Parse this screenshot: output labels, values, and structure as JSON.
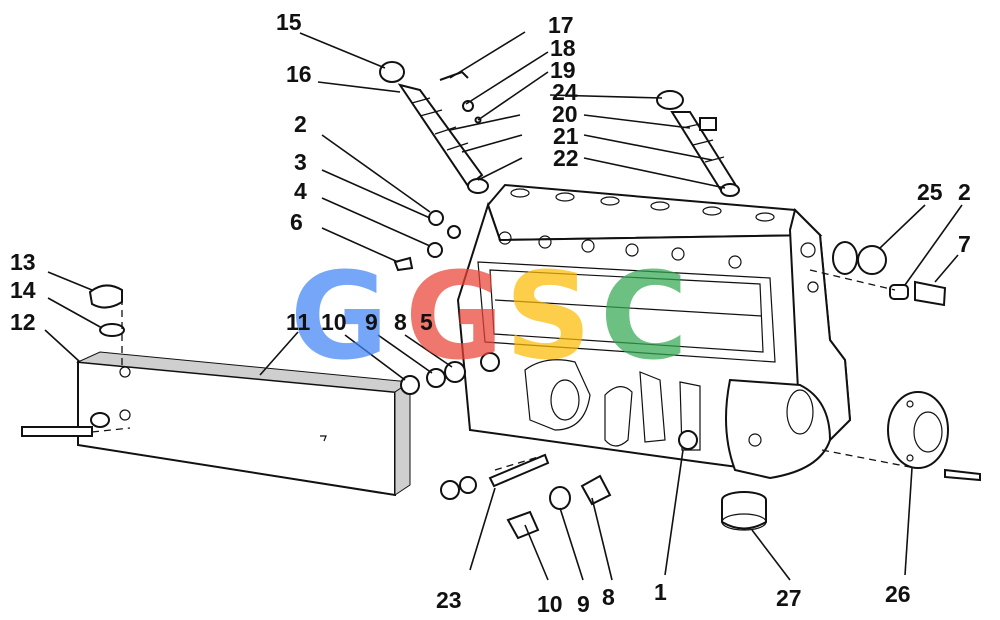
{
  "diagram": {
    "labels": [
      {
        "id": "lbl-15",
        "text": "15"
      },
      {
        "id": "lbl-16",
        "text": "16"
      },
      {
        "id": "lbl-17",
        "text": "17"
      },
      {
        "id": "lbl-18",
        "text": "18"
      },
      {
        "id": "lbl-19",
        "text": "19"
      },
      {
        "id": "lbl-24",
        "text": "24"
      },
      {
        "id": "lbl-20",
        "text": "20"
      },
      {
        "id": "lbl-21",
        "text": "21"
      },
      {
        "id": "lbl-22",
        "text": "22"
      },
      {
        "id": "lbl-2a",
        "text": "2"
      },
      {
        "id": "lbl-3",
        "text": "3"
      },
      {
        "id": "lbl-4",
        "text": "4"
      },
      {
        "id": "lbl-6",
        "text": "6"
      },
      {
        "id": "lbl-25",
        "text": "25"
      },
      {
        "id": "lbl-2b",
        "text": "2"
      },
      {
        "id": "lbl-7",
        "text": "7"
      },
      {
        "id": "lbl-13",
        "text": "13"
      },
      {
        "id": "lbl-14",
        "text": "14"
      },
      {
        "id": "lbl-12",
        "text": "12"
      },
      {
        "id": "lbl-11",
        "text": "11"
      },
      {
        "id": "lbl-10a",
        "text": "10"
      },
      {
        "id": "lbl-9a",
        "text": "9"
      },
      {
        "id": "lbl-8a",
        "text": "8"
      },
      {
        "id": "lbl-5",
        "text": "5"
      },
      {
        "id": "lbl-23",
        "text": "23"
      },
      {
        "id": "lbl-10b",
        "text": "10"
      },
      {
        "id": "lbl-9b",
        "text": "9"
      },
      {
        "id": "lbl-8b",
        "text": "8"
      },
      {
        "id": "lbl-1",
        "text": "1"
      },
      {
        "id": "lbl-27",
        "text": "27"
      },
      {
        "id": "lbl-26",
        "text": "26"
      }
    ],
    "watermark": {
      "letters": [
        {
          "char": "G",
          "color": "#4285f4"
        },
        {
          "char": "G",
          "color": "#ea4335"
        },
        {
          "char": "S",
          "color": "#fbbc05"
        },
        {
          "char": "C",
          "color": "#34a853"
        }
      ]
    }
  }
}
